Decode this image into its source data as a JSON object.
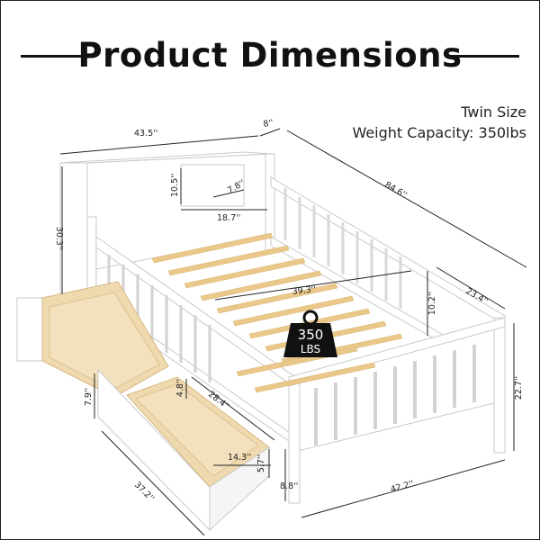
{
  "title": "Product Dimensions",
  "specs": {
    "size": "Twin Size",
    "weight_capacity": "Weight Capacity: 350lbs"
  },
  "badge": {
    "value": "350",
    "unit": "LBS"
  },
  "dimensions": {
    "headboard_width": "43.5''",
    "headboard_depth": "8''",
    "overall_length": "84.6''",
    "shelf_height": "10.5''",
    "shelf_depth": "7.8''",
    "shelf_width": "18.7''",
    "headboard_height": "30.3''",
    "inner_width": "39.3''",
    "side_rail_height": "10.2''",
    "footboard_length": "23.4''",
    "footboard_height": "22.7''",
    "drawer_height": "7.9''",
    "drawer_inner_height": "4.8''",
    "drawer_length": "28.4''",
    "drawer_inner_width": "14.3''",
    "drawer_inner_depth": "5.7''",
    "drawer_width": "37.2''",
    "clearance_height": "8.8''",
    "overall_width": "42.2''"
  },
  "colors": {
    "frame": "#ffffff",
    "outline": "#c9c9c9",
    "slat": "#eac88a",
    "wood": "#efd9ae",
    "line": "#222222"
  }
}
